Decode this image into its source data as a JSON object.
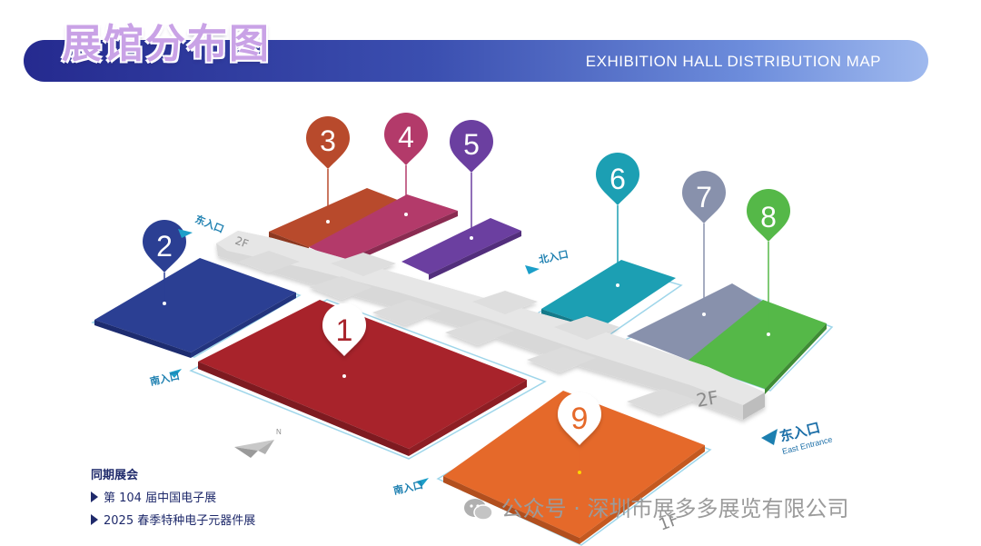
{
  "header": {
    "title": "展馆分布图",
    "subtitle": "EXHIBITION HALL DISTRIBUTION MAP"
  },
  "halls": [
    {
      "id": "1",
      "label": "1",
      "color": "#a8232b"
    },
    {
      "id": "2",
      "label": "2",
      "color": "#2b3f93"
    },
    {
      "id": "3",
      "label": "3",
      "color": "#b84a2c"
    },
    {
      "id": "4",
      "label": "4",
      "color": "#b33a6a"
    },
    {
      "id": "5",
      "label": "5",
      "color": "#6b3fa0"
    },
    {
      "id": "6",
      "label": "6",
      "color": "#1c9fb3"
    },
    {
      "id": "7",
      "label": "7",
      "color": "#8891ac"
    },
    {
      "id": "8",
      "label": "8",
      "color": "#55b848"
    },
    {
      "id": "9",
      "label": "9",
      "color": "#e5692a"
    }
  ],
  "corridor": {
    "label_upper": "2F",
    "label_lower": "2F",
    "label_bottom": "1F"
  },
  "entrances": {
    "east_top": "东入口",
    "north": "北入口",
    "south_left": "南入口",
    "south_bottom": "南入口",
    "east_main": "东入口",
    "east_main_en": "East Entrance"
  },
  "legend": {
    "heading": "同期展会",
    "items": [
      "第 104 届中国电子展",
      "2025 春季特种电子元器件展"
    ]
  },
  "watermark": {
    "text": "公众号 · 深圳市展多多展览有限公司"
  },
  "compass": {
    "label": "N"
  }
}
